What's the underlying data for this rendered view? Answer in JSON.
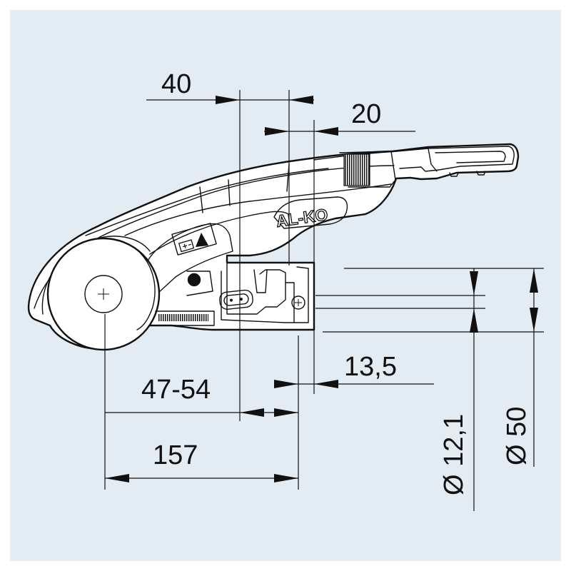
{
  "brand": {
    "logo_text": "AL-KO"
  },
  "dimensions": {
    "d40": "40",
    "d20": "20",
    "d13_5": "13,5",
    "d47_54": "47-54",
    "d157": "157",
    "d12_1": "Ø 12,1",
    "d50": "Ø 50"
  },
  "colors": {
    "background_panel": "#e3ebf3",
    "line": "#111111",
    "body_fill": "#ffffff"
  }
}
